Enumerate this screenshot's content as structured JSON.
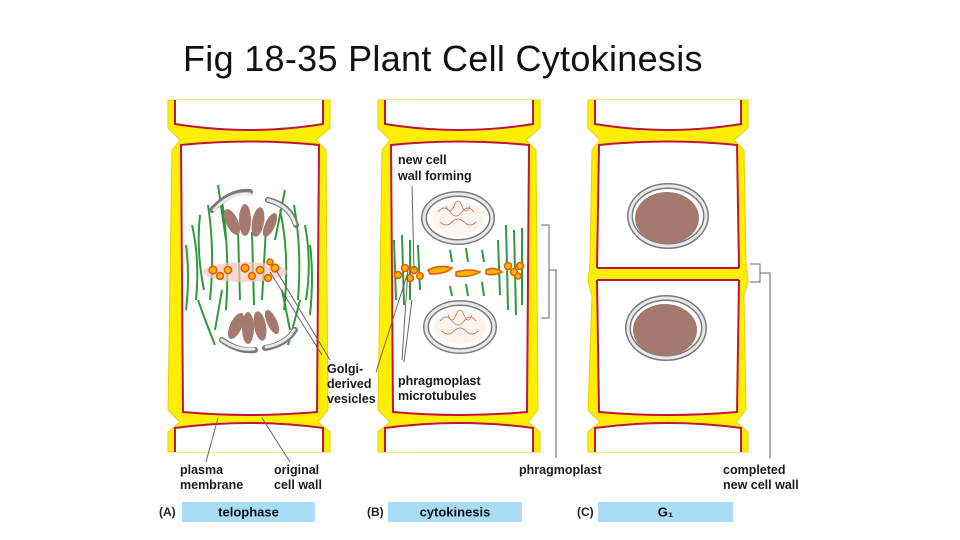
{
  "title": "Fig 18-35 Plant Cell Cytokinesis",
  "colors": {
    "cell_wall": "#ffee00",
    "plasma_membrane": "#c0143c",
    "chromosome": "#a57a6e",
    "microtubule": "#2f9a3a",
    "vesicle_fill": "#f2b705",
    "vesicle_edge": "#e85d0a",
    "phase_bar": "#a9dcf5"
  },
  "labels": {
    "plasma_membrane": [
      "plasma",
      "membrane"
    ],
    "original_cell_wall": [
      "original",
      "cell wall"
    ],
    "golgi_derived_vesicles": [
      "Golgi-",
      "derived",
      "vesicles"
    ],
    "phragmoplast_microtubules": [
      "phragmoplast",
      "microtubules"
    ],
    "new_cell_wall_forming": [
      "new cell",
      "wall forming"
    ],
    "phragmoplast": "phragmoplast",
    "completed_new_cell_wall": [
      "completed",
      "new cell wall"
    ]
  },
  "panels": [
    {
      "letter": "(A)",
      "phase": "telophase"
    },
    {
      "letter": "(B)",
      "phase": "cytokinesis"
    },
    {
      "letter": "(C)",
      "phase": "G₁"
    }
  ]
}
